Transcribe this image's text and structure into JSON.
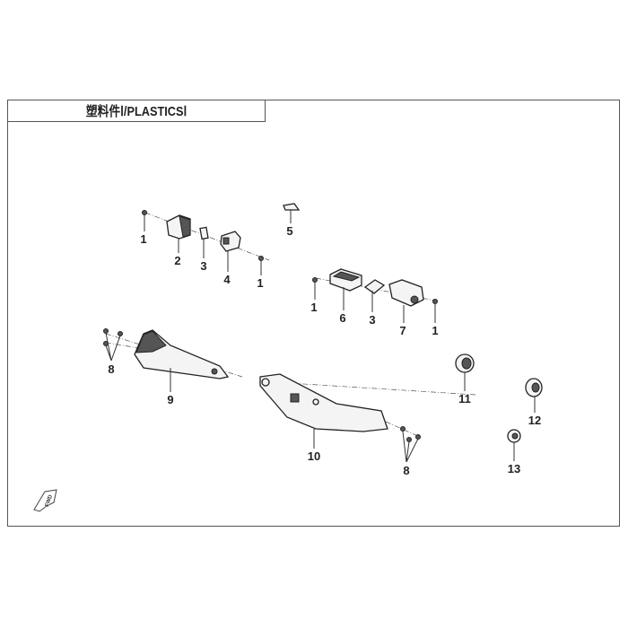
{
  "title": "塑料件Ⅰ/PLASTICSⅠ",
  "fwd_icon_text": "FWD",
  "callouts": [
    "1",
    "2",
    "3",
    "4",
    "1",
    "5",
    "1",
    "6",
    "3",
    "7",
    "1",
    "8",
    "9",
    "10",
    "8",
    "11",
    "12",
    "13"
  ]
}
